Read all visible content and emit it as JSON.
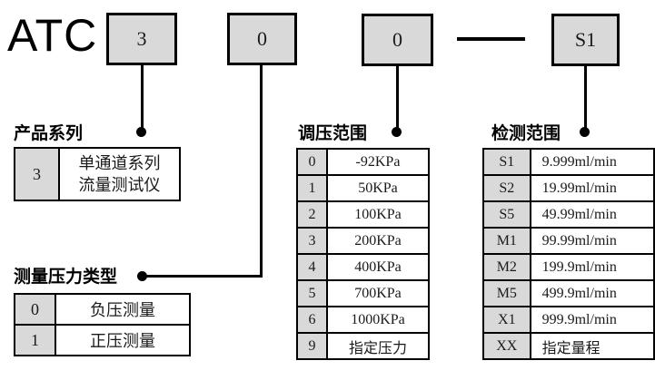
{
  "model_code": {
    "prefix": "ATC",
    "separator": "—",
    "segments": [
      {
        "code": "3"
      },
      {
        "code": "0"
      },
      {
        "code": "0"
      },
      {
        "code": "S1"
      }
    ]
  },
  "sections": {
    "product_series": {
      "title": "产品系列",
      "rows": [
        {
          "code": "3",
          "desc": "单通道系列\n流量测试仪"
        }
      ]
    },
    "pressure_type": {
      "title": "测量压力类型",
      "rows": [
        {
          "code": "0",
          "desc": "负压测量"
        },
        {
          "code": "1",
          "desc": "正压测量"
        }
      ]
    },
    "pressure_range": {
      "title": "调压范围",
      "rows": [
        {
          "code": "0",
          "desc": "-92KPa"
        },
        {
          "code": "1",
          "desc": "50KPa"
        },
        {
          "code": "2",
          "desc": "100KPa"
        },
        {
          "code": "3",
          "desc": "200KPa"
        },
        {
          "code": "4",
          "desc": "400KPa"
        },
        {
          "code": "5",
          "desc": "700KPa"
        },
        {
          "code": "6",
          "desc": "1000KPa"
        },
        {
          "code": "9",
          "desc": "指定压力"
        }
      ]
    },
    "detection_range": {
      "title": "检测范围",
      "rows": [
        {
          "code": "S1",
          "desc": "9.999ml/min"
        },
        {
          "code": "S2",
          "desc": "19.99ml/min"
        },
        {
          "code": "S5",
          "desc": "49.99ml/min"
        },
        {
          "code": "M1",
          "desc": "99.99ml/min"
        },
        {
          "code": "M2",
          "desc": "199.9ml/min"
        },
        {
          "code": "M5",
          "desc": "499.9ml/min"
        },
        {
          "code": "X1",
          "desc": "999.9ml/min"
        },
        {
          "code": "XX",
          "desc": "指定量程"
        }
      ]
    }
  },
  "colors": {
    "box_fill": "#d9d9d9",
    "line": "#000000",
    "background": "#ffffff"
  }
}
